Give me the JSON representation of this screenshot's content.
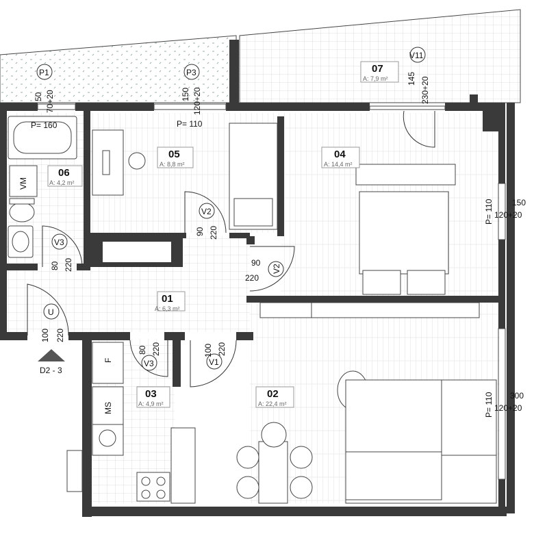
{
  "rooms": [
    {
      "number": "01",
      "area": "A: 6,3 m²"
    },
    {
      "number": "02",
      "area": "A: 22,4 m²"
    },
    {
      "number": "03",
      "area": "A: 4,9 m²"
    },
    {
      "number": "04",
      "area": "A: 14,4 m²"
    },
    {
      "number": "05",
      "area": "A: 8,8 m²"
    },
    {
      "number": "06",
      "area": "A: 4,2 m²"
    },
    {
      "number": "07",
      "area": "A: 7,9 m²"
    }
  ],
  "windows": {
    "p1": {
      "tag": "P1",
      "w": "50",
      "h": "70+20",
      "parapet": "P= 160"
    },
    "p3": {
      "tag": "P3",
      "w": "150",
      "h": "120+20",
      "parapet": "P= 110"
    },
    "v11": {
      "tag": "V11",
      "w": "145",
      "h": "230+20"
    },
    "east_upper": {
      "w": "150",
      "h": "120+20",
      "parapet": "P= 110"
    },
    "east_lower": {
      "w": "300",
      "h": "120+20",
      "parapet": "P= 110"
    }
  },
  "doors": {
    "v2_top": {
      "tag": "V2",
      "w": "90",
      "h": "220"
    },
    "v2_side": {
      "tag": "V2",
      "w": "90",
      "h": "220"
    },
    "v3_bath": {
      "tag": "V3",
      "w": "80",
      "h": "220"
    },
    "v3_kitchen": {
      "tag": "V3",
      "w": "80",
      "h": "220"
    },
    "u_entry": {
      "tag": "U",
      "w": "100",
      "h": "220"
    },
    "v1": {
      "tag": "V1",
      "w": "100",
      "h": "220"
    }
  },
  "fixtures": {
    "vm": "VM",
    "ms": "MS",
    "f": "F"
  },
  "section_mark": "D2 - 3"
}
